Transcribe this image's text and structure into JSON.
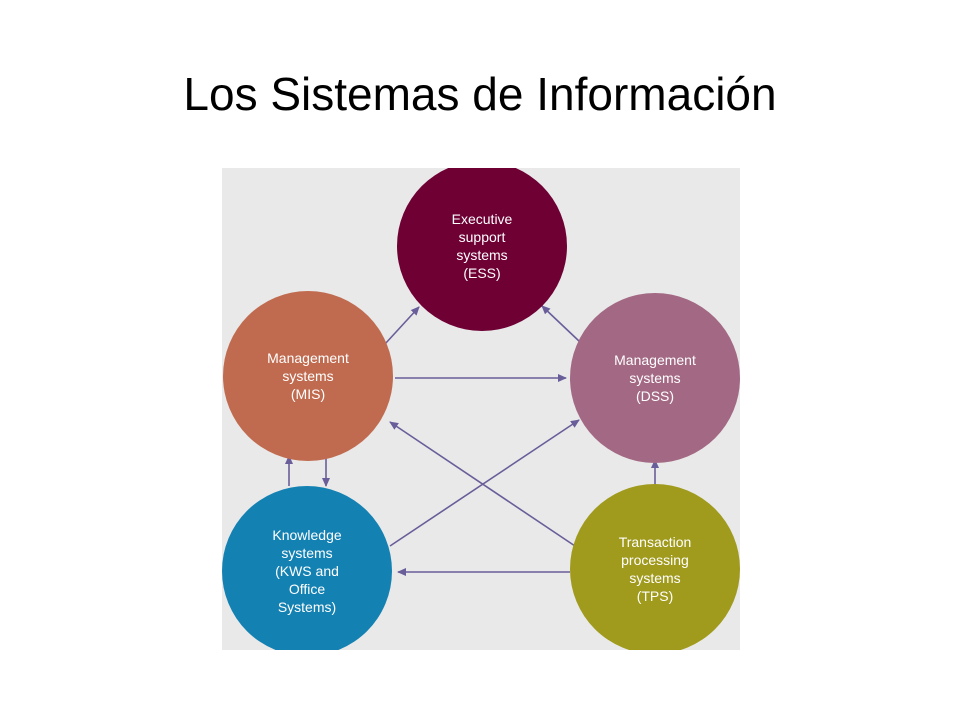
{
  "slide": {
    "title": "Los Sistemas de Información"
  },
  "diagram": {
    "arrow_color": "#6a5e9a",
    "nodes": [
      {
        "id": "ess",
        "lines": [
          "Executive",
          "support",
          "systems",
          "(ESS)"
        ],
        "color": "#6e0034"
      },
      {
        "id": "mis",
        "lines": [
          "Management",
          "systems",
          "(MIS)"
        ],
        "color": "#c06b4f"
      },
      {
        "id": "dss",
        "lines": [
          "Management",
          "systems",
          "(DSS)"
        ],
        "color": "#a36883"
      },
      {
        "id": "kws",
        "lines": [
          "Knowledge",
          "systems",
          "(KWS and",
          "Office",
          "Systems)"
        ],
        "color": "#1481b3"
      },
      {
        "id": "tps",
        "lines": [
          "Transaction",
          "processing",
          "systems",
          "(TPS)"
        ],
        "color": "#a09a1d"
      }
    ],
    "edges": [
      {
        "from": "mis",
        "to": "ess"
      },
      {
        "from": "dss",
        "to": "ess"
      },
      {
        "from": "mis",
        "to": "dss"
      },
      {
        "from": "tps",
        "to": "dss"
      },
      {
        "from": "kws",
        "to": "dss"
      },
      {
        "from": "tps",
        "to": "mis"
      },
      {
        "from": "tps",
        "to": "kws"
      },
      {
        "from": "kws",
        "to": "mis"
      },
      {
        "from": "mis",
        "to": "kws"
      }
    ]
  }
}
